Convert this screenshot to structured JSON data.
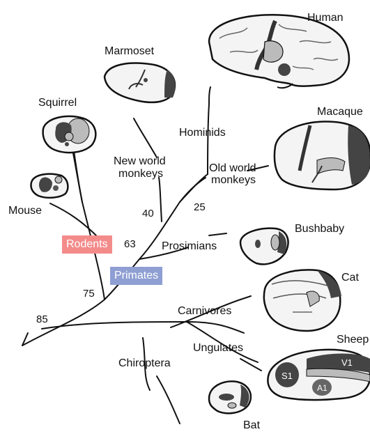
{
  "species": {
    "human": "Human",
    "marmoset": "Marmoset",
    "squirrel": "Squirrel",
    "macaque": "Macaque",
    "mouse": "Mouse",
    "bushbaby": "Bushbaby",
    "cat": "Cat",
    "sheep": "Sheep",
    "bat": "Bat"
  },
  "clades": {
    "hominids": "Hominids",
    "new_world_1": "New world",
    "new_world_2": "monkeys",
    "old_world_1": "Old world",
    "old_world_2": "monkeys",
    "prosimians": "Prosimians",
    "carnivores": "Carnivores",
    "ungulates": "Ungulates",
    "chiroptera": "Chiroptera",
    "rodents": "Rodents",
    "primates": "Primates"
  },
  "divergence_times": {
    "t40": "40",
    "t25": "25",
    "t63": "63",
    "t75": "75",
    "t85": "85"
  },
  "cortex_areas": {
    "s1": "S1",
    "a1": "A1",
    "v1": "V1"
  },
  "colors": {
    "rodents_highlight": "#f48b8b",
    "primates_highlight": "#8f9fd3",
    "dark_area": "#444444",
    "light_area": "#bbbbbb"
  }
}
